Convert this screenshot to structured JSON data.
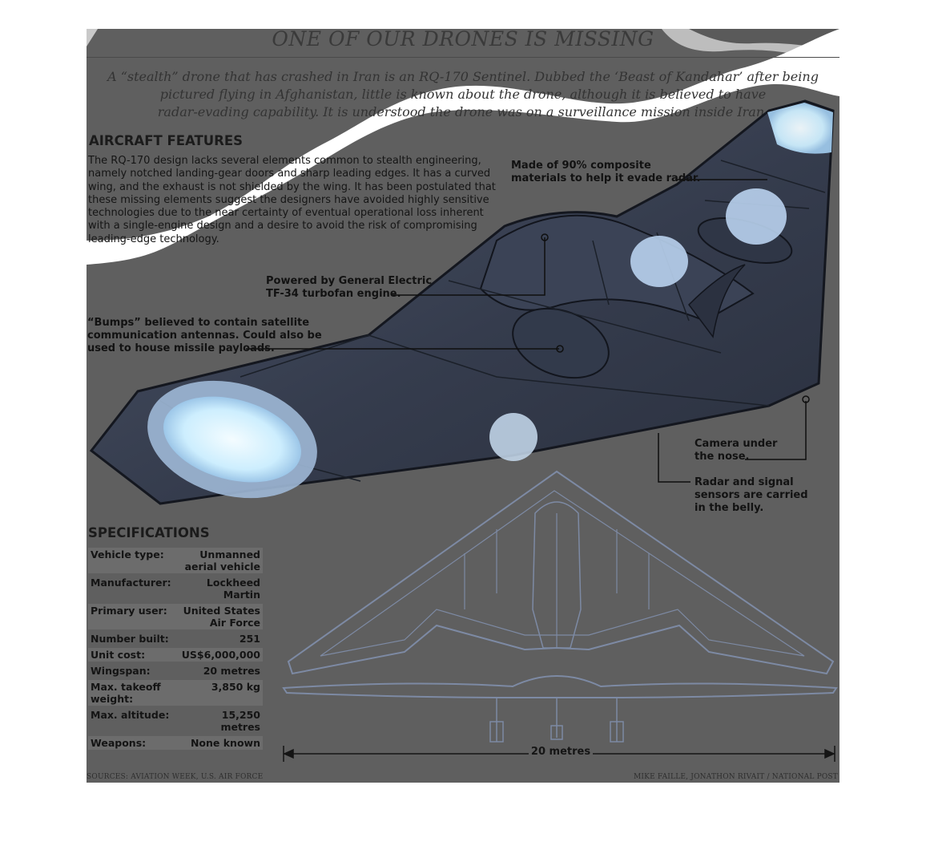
{
  "title": "ONE OF OUR DRONES IS MISSING",
  "intro": [
    "A “stealth” drone that has crashed in Iran is an RQ-170 Sentinel. Dubbed the ‘Beast of Kandahar’ after being",
    "pictured flying in Afghanistan, little is known about the drone, although it is believed to have",
    "radar-evading capability. It is understood the drone was on a surveillance mission inside Iran."
  ],
  "features": {
    "heading": "AIRCRAFT FEATURES",
    "lines": [
      "The RQ-170 design lacks several elements common to stealth engineering,",
      "namely notched landing-gear doors and sharp leading edges. It has a curved",
      "wing, and the exhaust is not shielded by the wing. It has been postulated that",
      "these missing elements suggest the designers have avoided highly sensitive",
      "technologies due to the near certainty of eventual operational loss inherent",
      "with a single-engine design and a desire to avoid the risk of compromising",
      "leading-edge technology."
    ]
  },
  "callouts": {
    "composite": [
      "Made of 90% composite",
      "materials to help it evade radar."
    ],
    "engine": [
      "Powered by General Electric",
      "TF-34 turbofan engine."
    ],
    "bumps": [
      "“Bumps” believed to contain satellite",
      "communication antennas. Could also be",
      "used to house missile payloads."
    ],
    "camera": [
      "Camera under",
      "the nose."
    ],
    "radar": [
      "Radar and signal",
      "sensors are carried",
      "in the belly."
    ]
  },
  "specs": {
    "heading": "SPECIFICATIONS",
    "rows": [
      {
        "label": "Vehicle type:",
        "value": [
          "Unmanned",
          "aerial vehicle"
        ]
      },
      {
        "label": "Manufacturer:",
        "value": [
          "Lockheed Martin"
        ]
      },
      {
        "label": "Primary user:",
        "value": [
          "United States",
          "Air Force"
        ]
      },
      {
        "label": "Number built:",
        "value": [
          "251"
        ]
      },
      {
        "label": "Unit cost:",
        "value": [
          "US$6,000,000"
        ]
      },
      {
        "label": "Wingspan:",
        "value": [
          "20 metres"
        ]
      },
      {
        "label": "Max. takeoff weight:",
        "value": [
          "3,850 kg"
        ]
      },
      {
        "label": "Max. altitude:",
        "value": [
          "15,250 metres"
        ]
      },
      {
        "label": "Weapons:",
        "value": [
          "None known"
        ]
      }
    ]
  },
  "dimension_label": "20 metres",
  "sources": "SOURCES: AVIATION WEEK, U.S. AIR FORCE",
  "credit": "MIKE FAILLE, JONATHON RIVAIT  / NATIONAL POST",
  "colors": {
    "panel": "#5f5f5f",
    "drone_body": "#363d4e",
    "drone_line": "#161a24",
    "highlight": "#e8f8ff",
    "blueprint": "#7d8aa4"
  }
}
